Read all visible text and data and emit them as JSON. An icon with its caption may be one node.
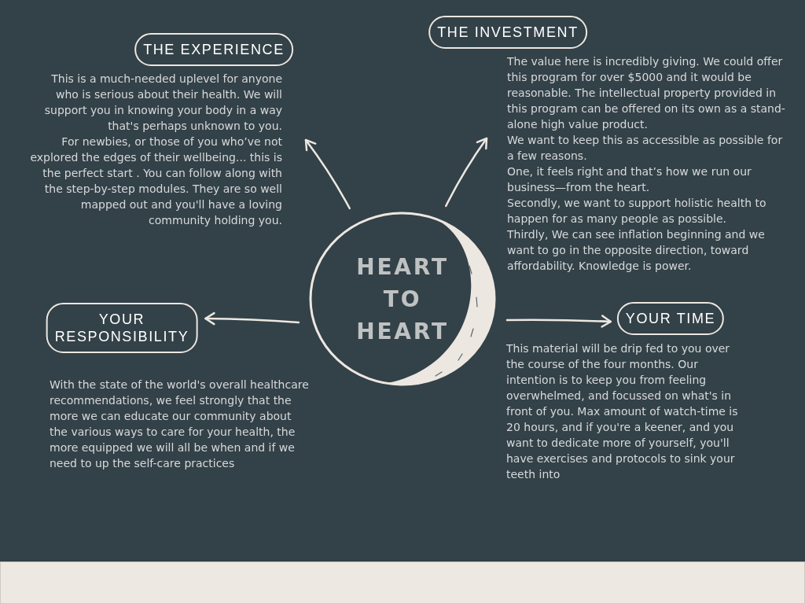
{
  "diagram": {
    "nodes": [
      {
        "text": [
          "THE EXPERIENCE"
        ]
      },
      {
        "text": [
          "THE INVESTMENT"
        ]
      },
      {
        "text": [
          "This is a much-needed uplevel for anyone who is serious about their health. We will support you in knowing your body in a way that's perhaps unknown to you.",
          "For newbies, or those of you who’ve not explored the edges of their wellbeing... this is the perfect start . You can follow along with the step-by-step modules. They are so well mapped out and you'll have a loving community holding you."
        ]
      },
      {
        "text": [
          "The value here is incredibly giving. We could offer this program for over $5000 and it would be reasonable. The intellectual property provided in this program can be offered on its own as a stand-alone high value product.",
          "We want to keep this as accessible as possible for a few reasons.",
          "One, it feels right and that’s how we run our business—from the heart.",
          "Secondly, we want to support holistic health to happen for as many people as possible.",
          "Thirdly, We can see inflation beginning and we want to go in the opposite direction, toward affordability. Knowledge is power."
        ]
      },
      {
        "text": [
          "HEART TO HEART"
        ]
      },
      {
        "text": [
          "YOUR RESPONSIBILITY"
        ]
      },
      {
        "text": [
          "YOUR TIME"
        ]
      },
      {
        "text": [
          "With the state of the world's overall healthcare recommendations, we feel strongly that the more we can educate our community about the various ways to care for your health, the more equipped we will all be when and if we need to up the self-care practices"
        ]
      },
      {
        "text": [
          "This material will be drip fed to you over the course of the four months. Our intention is to keep you from feeling overwhelmed, and focussed on what's in front of you. Max amount of watch-time is 20 hours, and if you're a keener, and you want to dedicate more of yourself, you'll have exercises and protocols to sink your teeth into"
        ]
      }
    ],
    "edges": [
      {
        "from": 4,
        "to": 2,
        "arrow": "to"
      },
      {
        "from": 4,
        "to": 3,
        "arrow": "to"
      },
      {
        "from": 4,
        "to": 5,
        "arrow": "to"
      },
      {
        "from": 4,
        "to": 6,
        "arrow": "to"
      }
    ]
  }
}
